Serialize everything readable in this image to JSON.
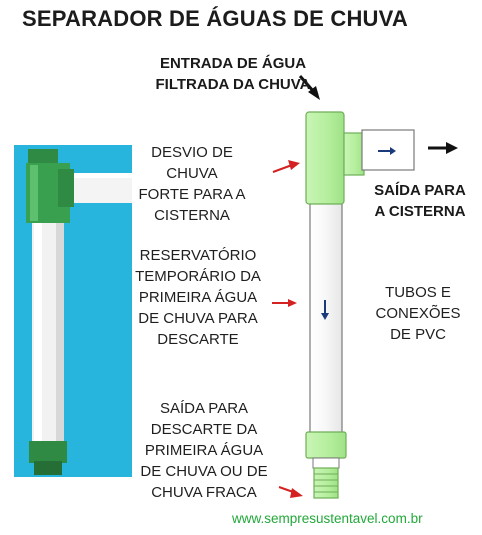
{
  "title": "SEPARADOR DE ÁGUAS DE CHUVA",
  "labels": {
    "entrada": [
      "ENTRADA DE ÁGUA",
      "FILTRADA DA CHUVA"
    ],
    "desvio": [
      "DESVIO DE CHUVA",
      "FORTE PARA A",
      "CISTERNA"
    ],
    "saida_cisterna": [
      "SAÍDA PARA",
      "A CISTERNA"
    ],
    "reservatorio": [
      "RESERVATÓRIO",
      "TEMPORÁRIO DA",
      "PRIMEIRA ÁGUA",
      "DE CHUVA PARA",
      "DESCARTE"
    ],
    "tubos": [
      "TUBOS E",
      "CONEXÕES",
      "DE PVC"
    ],
    "saida_descarte": [
      "SAÍDA PARA",
      "DESCARTE DA",
      "PRIMEIRA ÁGUA",
      "DE CHUVA OU DE",
      "CHUVA FRACA"
    ]
  },
  "website": "www.sempresustentavel.com.br",
  "colors": {
    "pipe_green": "#b9f0a3",
    "pipe_green_dark": "#7ecb68",
    "arrow_red": "#d42222",
    "photo_bg": "#27b5dd",
    "website": "#22a83a"
  }
}
